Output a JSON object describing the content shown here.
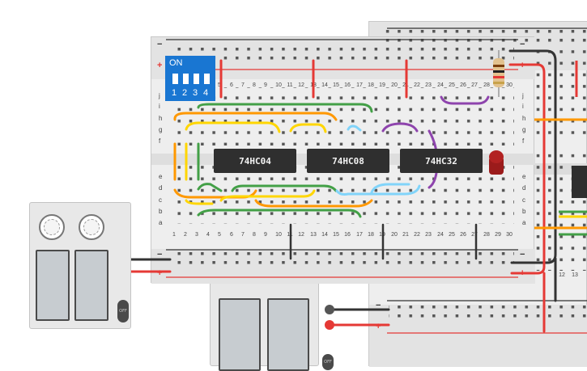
{
  "chips": [
    "74HC04",
    "74HC08",
    "74HC32"
  ],
  "dip_switch": {
    "on_label": "ON",
    "switch_numbers": [
      "1",
      "2",
      "3",
      "4"
    ]
  },
  "column_numbers": [
    "1",
    "2",
    "3",
    "4",
    "5",
    "6",
    "7",
    "8",
    "9",
    "10",
    "11",
    "12",
    "13",
    "14",
    "15",
    "16",
    "17",
    "18",
    "19",
    "20",
    "21",
    "22",
    "23",
    "24",
    "25",
    "26",
    "27",
    "28",
    "29",
    "30"
  ],
  "row_labels_top": [
    "j",
    "i",
    "h",
    "g",
    "f"
  ],
  "row_labels_bottom": [
    "e",
    "d",
    "c",
    "b",
    "a"
  ],
  "back_board_columns": [
    "12",
    "13"
  ],
  "rail_signs": {
    "minus": "−",
    "plus": "+"
  },
  "power_supply": {
    "switch_label": "OFF"
  },
  "colors": {
    "wire_red": "#e53935",
    "wire_black": "#333333",
    "wire_orange": "#ff9800",
    "wire_yellow": "#ffd600",
    "wire_green": "#43a047",
    "wire_blue": "#81d4fa",
    "wire_purple": "#8e44ad",
    "led": "#9b1b1b",
    "dip": "#1976d2"
  }
}
